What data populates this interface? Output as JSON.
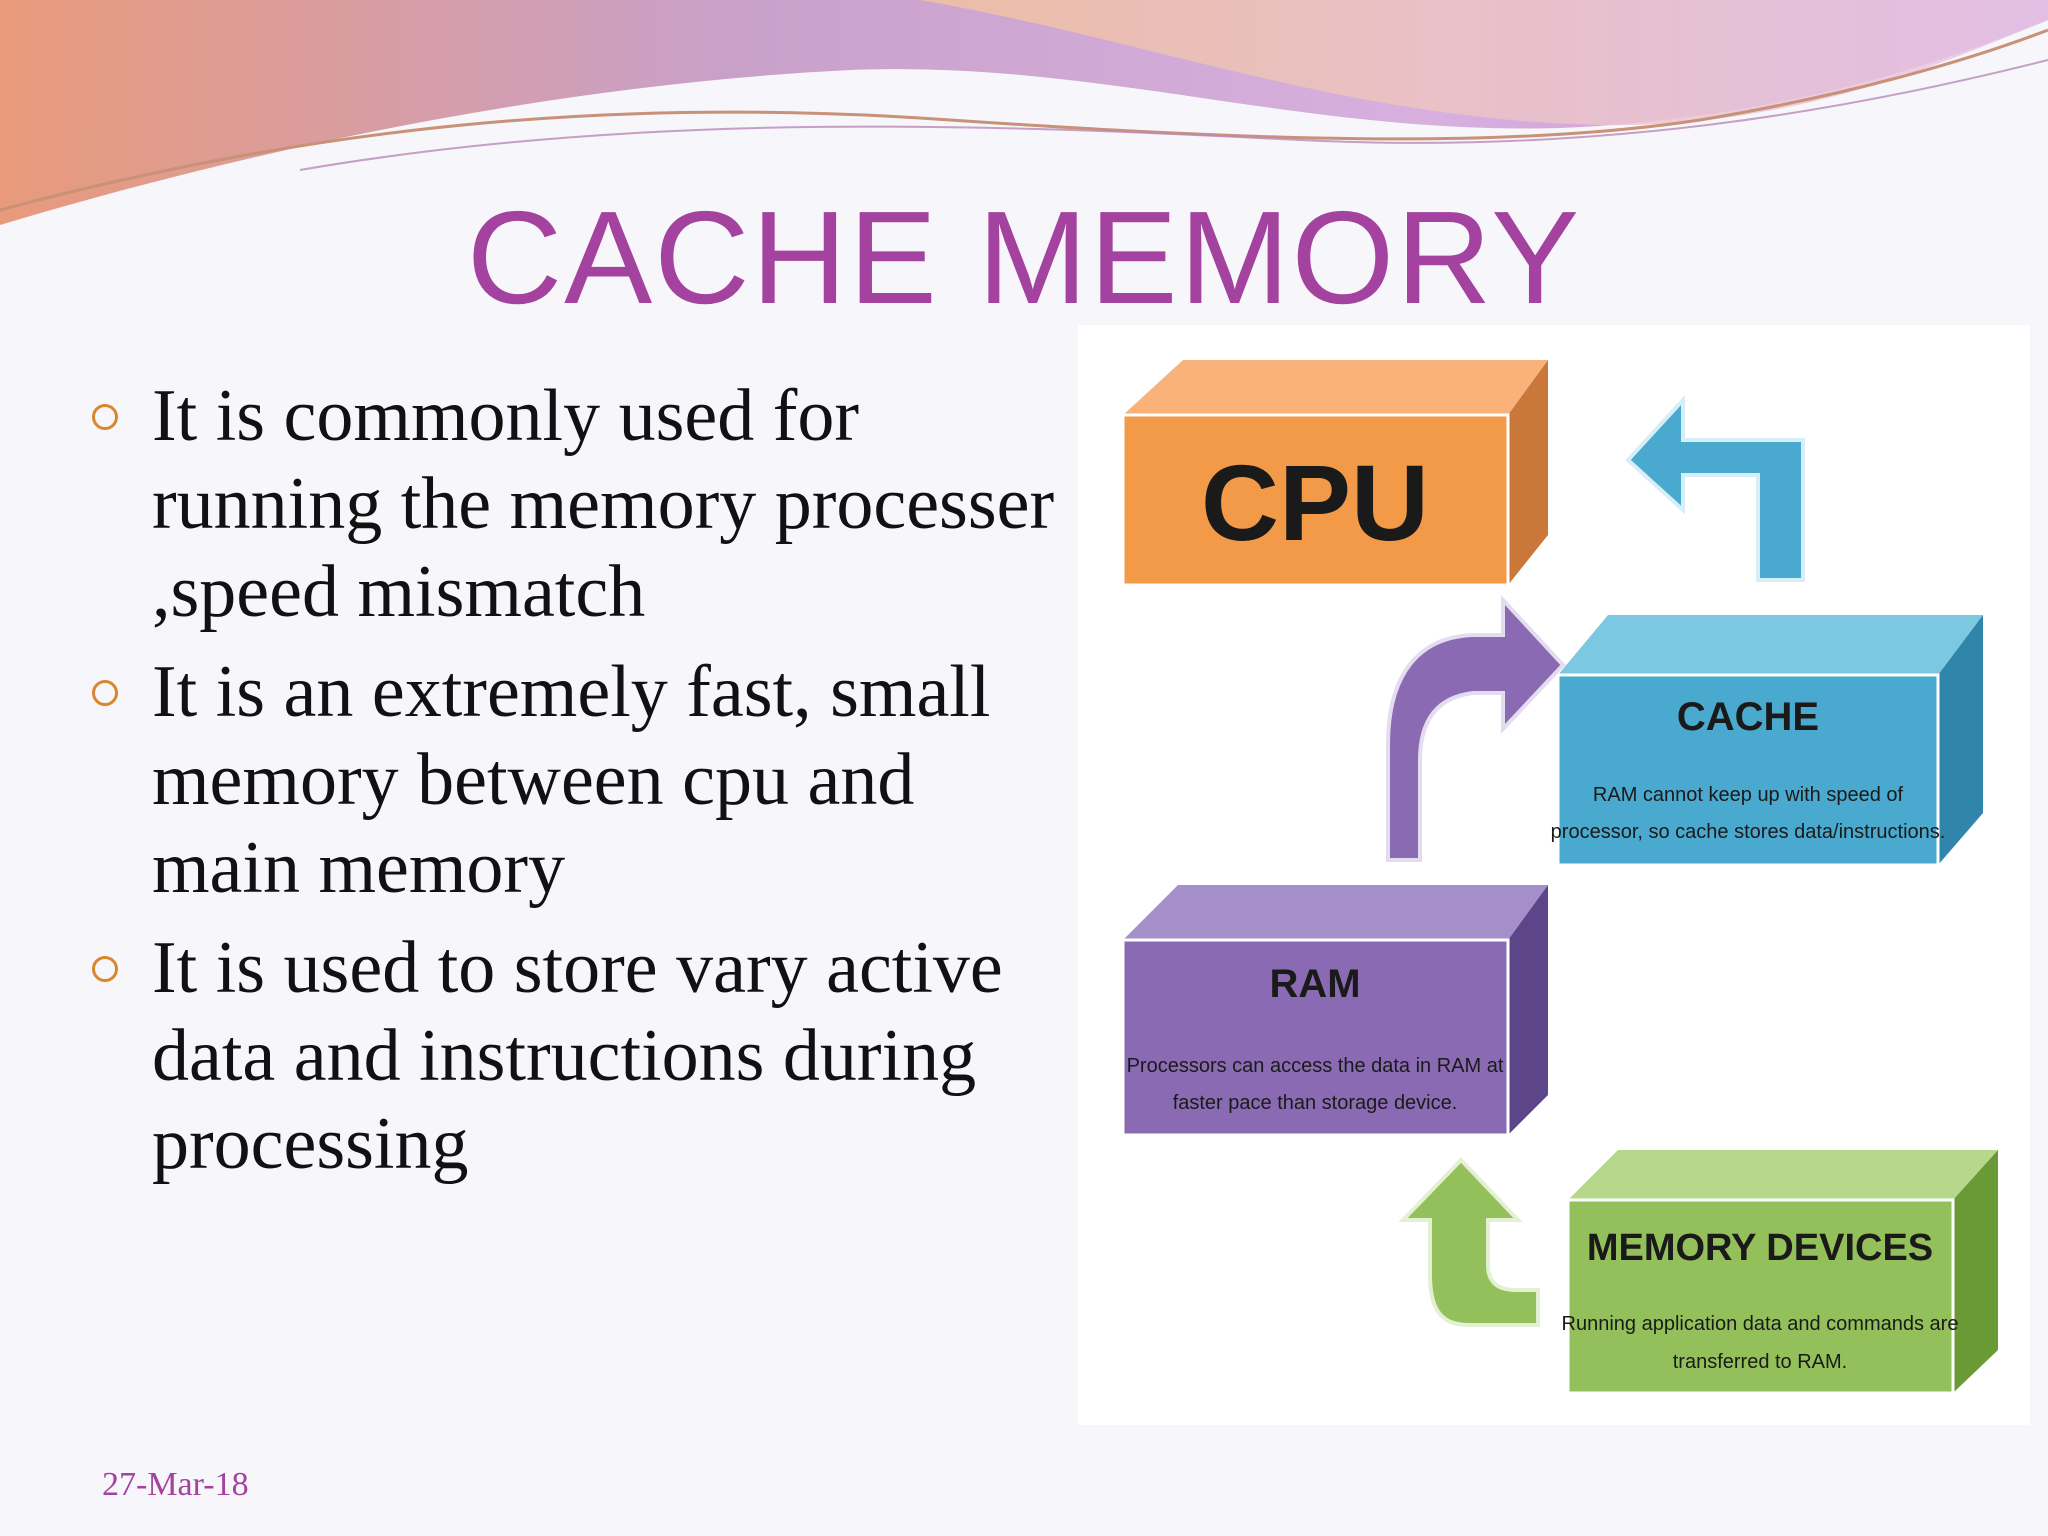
{
  "slide": {
    "title": "CACHE MEMORY",
    "date": "27-Mar-18",
    "bullets": [
      {
        "text": "It is commonly used for running the memory processer ,speed mismatch"
      },
      {
        "text": "It is an extremely fast, small memory between cpu and main memory"
      },
      {
        "text": "It is used to store vary active data and instructions during processing"
      }
    ]
  },
  "diagram": {
    "cpu": {
      "title": "CPU",
      "color": "#f39a48"
    },
    "cache": {
      "title": "CACHE",
      "line1": "RAM cannot keep up with speed  of",
      "line2": "processor, so cache stores data/instructions.",
      "color": "#4aa9cf"
    },
    "ram": {
      "title": "RAM",
      "line1": "Processors can access the data in RAM at",
      "line2": "faster pace than storage device.",
      "color": "#8a6bb3"
    },
    "memory_devices": {
      "title": "MEMORY DEVICES",
      "line1": "Running application data and commands are",
      "line2": "transferred to RAM.",
      "color": "#93c05a"
    }
  },
  "theme": {
    "title_color": "#a4429f",
    "bullet_color": "#d9872e"
  }
}
